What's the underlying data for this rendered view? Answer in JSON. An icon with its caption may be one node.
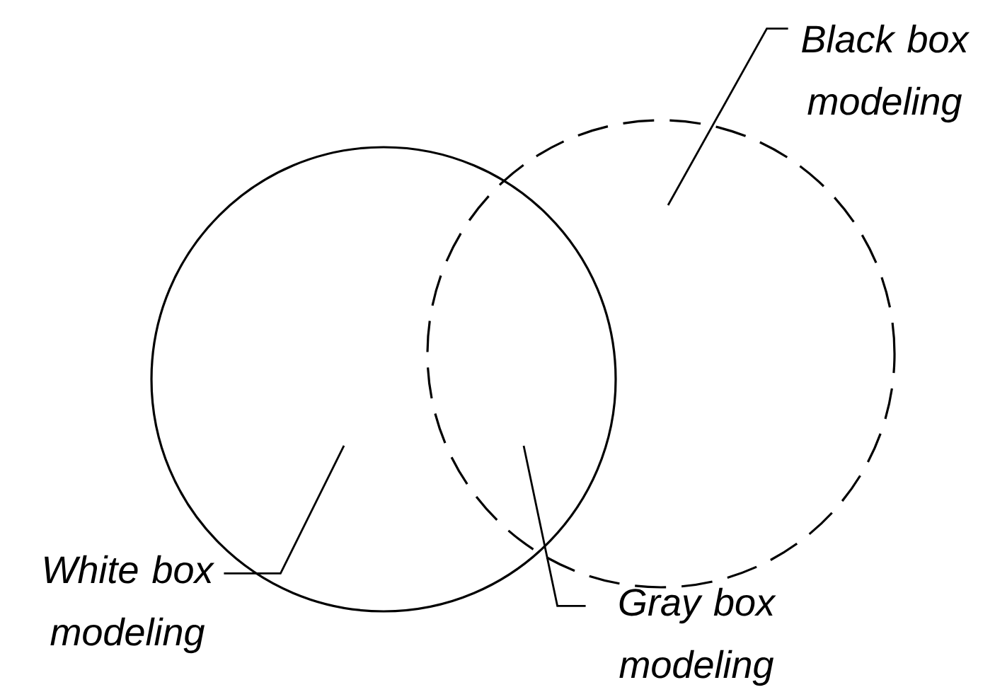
{
  "diagram": {
    "nodes": [
      {
        "text": [],
        "shape": "circle"
      },
      {
        "text": [],
        "shape": "circle"
      },
      {
        "text": [
          "Black box modeling"
        ]
      },
      {
        "text": [
          "White box modeling"
        ]
      },
      {
        "text": [
          "Gray box modeling"
        ]
      }
    ],
    "edges": [
      {
        "from": 2,
        "to": 1,
        "arrow": "none"
      },
      {
        "from": 3,
        "to": 0,
        "arrow": "none"
      },
      {
        "from": 4,
        "to": 0,
        "arrow": "none"
      }
    ]
  }
}
